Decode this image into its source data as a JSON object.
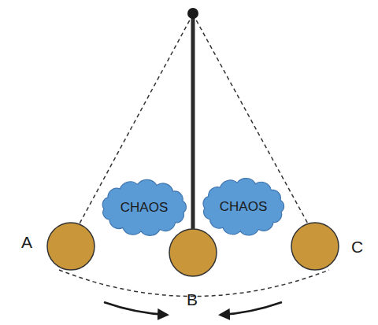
{
  "diagram": {
    "nodes": [
      {
        "text": [
          "CHAOS"
        ]
      },
      {
        "text": [
          "CHAOS"
        ]
      }
    ],
    "labels": [
      "A",
      "B",
      "C"
    ]
  }
}
